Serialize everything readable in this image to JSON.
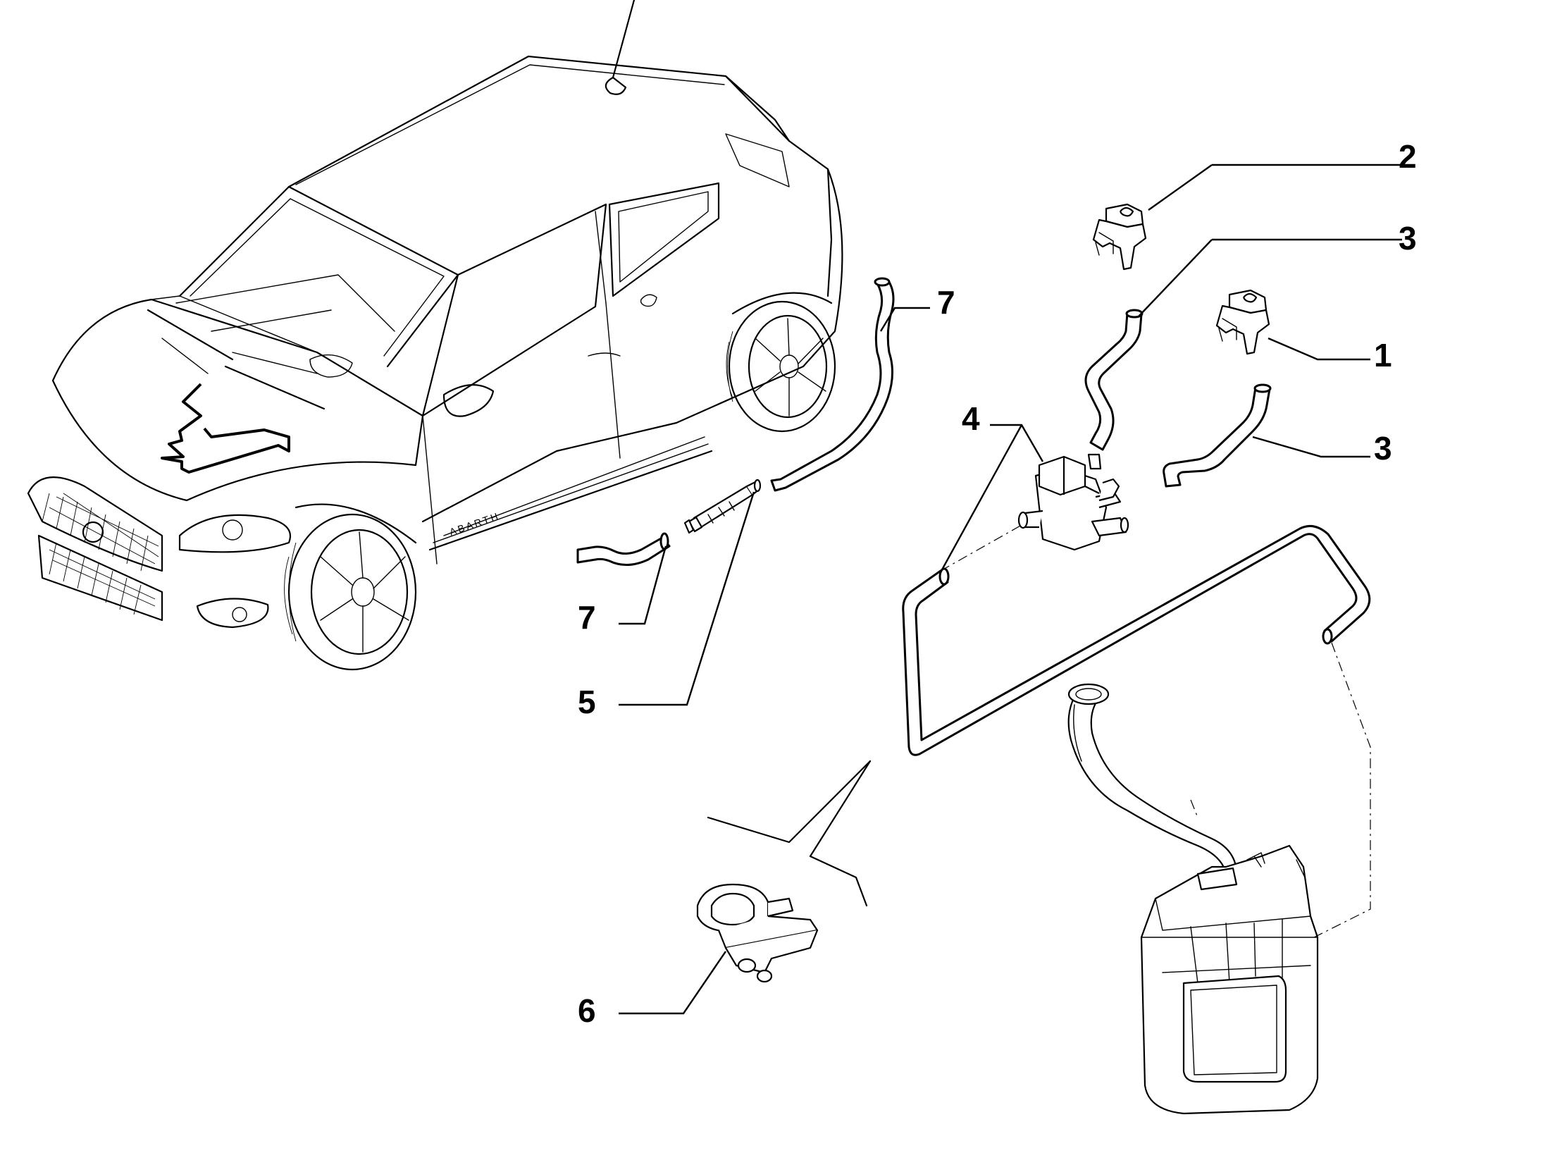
{
  "callouts": [
    {
      "id": "1",
      "label": "1"
    },
    {
      "id": "2",
      "label": "2"
    },
    {
      "id": "3a",
      "label": "3"
    },
    {
      "id": "3b",
      "label": "3"
    },
    {
      "id": "4",
      "label": "4"
    },
    {
      "id": "5",
      "label": "5"
    },
    {
      "id": "6",
      "label": "6"
    },
    {
      "id": "7a",
      "label": "7"
    },
    {
      "id": "7b",
      "label": "7"
    }
  ],
  "car_badge": "ABARTH",
  "colors": {
    "ink": "#000000",
    "paper": "#ffffff"
  }
}
